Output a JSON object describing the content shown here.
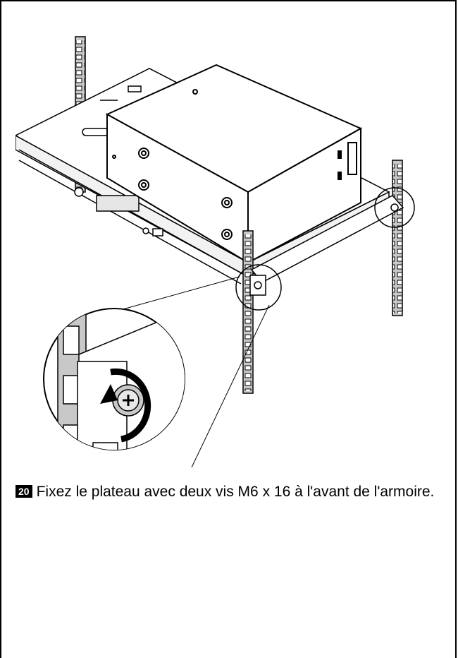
{
  "step": {
    "number": "20",
    "text": "Fixez le plateau avec deux vis M6 x 16 à l'avant de l'armoire."
  },
  "illustration": {
    "icon": "rack-tray-screw-illustration",
    "stroke_color": "#000000",
    "rail_fill": "#c8c8c8"
  }
}
